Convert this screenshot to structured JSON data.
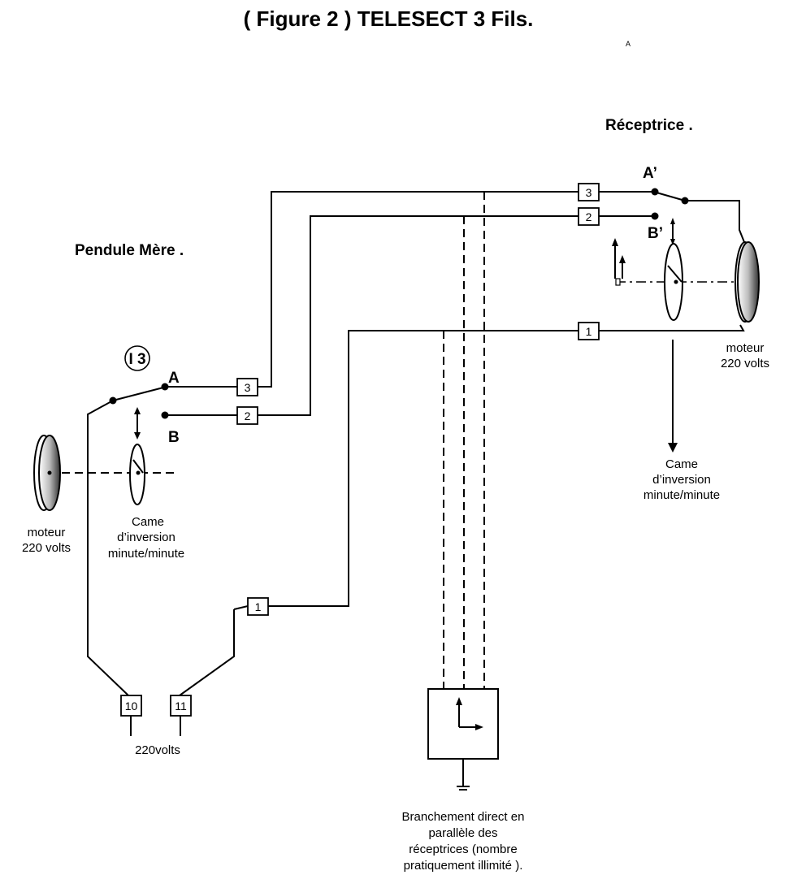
{
  "title": "( Figure 2 ) TELESECT 3 Fils.",
  "corner_mark": "A",
  "receptrice": {
    "label": "Réceptrice .",
    "contact_a": "A’",
    "contact_b": "B’",
    "terminals": [
      "3",
      "2",
      "1"
    ],
    "motor_label_1": "moteur",
    "motor_label_2": "220 volts",
    "cam_label_1": "Came",
    "cam_label_2": "d’inversion",
    "cam_label_3": "minute/minute"
  },
  "pendule": {
    "label": "Pendule Mère .",
    "switch_id": "I 3",
    "contact_a": "A",
    "contact_b": "B",
    "terminals": [
      "3",
      "2",
      "1"
    ],
    "motor_label_1": "moteur",
    "motor_label_2": "220 volts",
    "cam_label_1": "Came",
    "cam_label_2": "d’inversion",
    "cam_label_3": "minute/minute"
  },
  "supply": {
    "terminal_10": "10",
    "terminal_11": "11",
    "label": "220volts"
  },
  "note": {
    "line1": "Branchement direct  en",
    "line2": "parallèle des",
    "line3": "réceptrices (nombre",
    "line4": "pratiquement illimité )."
  }
}
